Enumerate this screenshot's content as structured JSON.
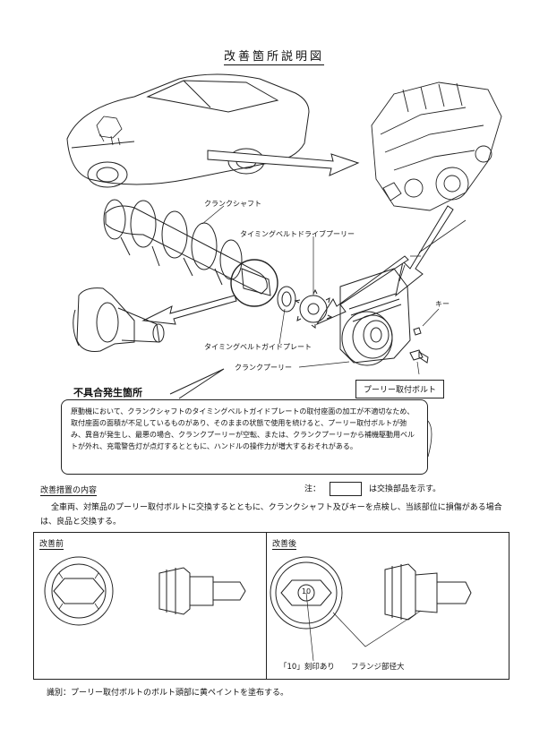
{
  "title": "改善箇所説明図",
  "labels": {
    "crankshaft": "クランクシャフト",
    "drive_pulley": "タイミングベルトドライブプーリー",
    "key": "キー",
    "guide_plate": "タイミングベルトガイドプレート",
    "crank_pulley": "クランクプーリー",
    "pulley_bolt": "プーリー取付ボルト"
  },
  "defect": {
    "title": "不具合発生箇所",
    "text": "原動機において、クランクシャフトのタイミングベルトガイドプレートの取付座面の加工が不適切なため、取付座面の面積が不足しているものがあり、そのままの状態で使用を続けると、プーリー取付ボルトが弛み、異音が発生し、最悪の場合、クランクプーリーが空転、または、クランクプーリーから補機駆動用ベルトが外れ、充電警告灯が点灯するとともに、ハンドルの操作力が増大するおそれがある。"
  },
  "measures": {
    "title": "改善措置の内容",
    "note_prefix": "注：",
    "note_suffix": "は交換部品を示す。",
    "text": "全車両、対策品のプーリー取付ボルトに交換するとともに、クランクシャフト及びキーを点検し、当該部位に損傷がある場合は、良品と交換する。"
  },
  "before": {
    "title": "改善前"
  },
  "after": {
    "title": "改善後",
    "stamp_label": "「10」刻印あり",
    "flange_label": "フランジ部径大",
    "stamp_mark": "10"
  },
  "identification": "識別：プーリー取付ボルトのボルト頭部に黄ペイントを塗布する。"
}
